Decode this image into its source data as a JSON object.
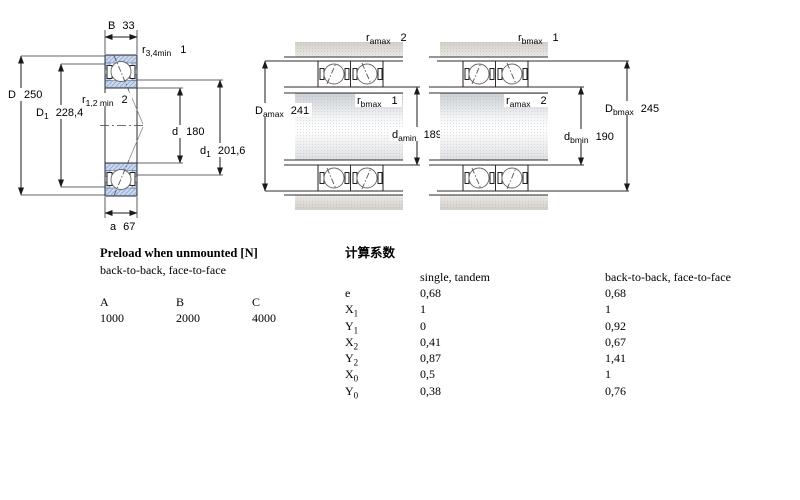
{
  "colors": {
    "ring_fill": "#cbd9f0",
    "hatch": "#8ea6cf",
    "housing_band": "#d6d2cc",
    "shaft_band": "#cdd3d8",
    "line": "#1a1a1a"
  },
  "drawing": {
    "section_view": {
      "labels": {
        "width": {
          "sym": "B",
          "val": "33"
        },
        "r34": {
          "sym": "r",
          "sub": "3,4min",
          "val": "1"
        },
        "outer_dia": {
          "sym": "D",
          "val": "250"
        },
        "r12": {
          "sym": "r",
          "sub": "1,2 min",
          "val": "2"
        },
        "shoulder_D1": {
          "sym": "D",
          "sub": "1",
          "val": "228,4"
        },
        "bore": {
          "sym": "d",
          "val": "180"
        },
        "shoulder_d1": {
          "sym": "d",
          "sub": "1",
          "val": "201,6"
        },
        "contact_a": {
          "sym": "a",
          "val": "67"
        }
      }
    },
    "mount_view_a": {
      "labels": {
        "ramax": {
          "sym": "r",
          "sub": "amax",
          "val": "2"
        },
        "Damax": {
          "sym": "D",
          "sub": "amax",
          "val": "241"
        },
        "rbmax": {
          "sym": "r",
          "sub": "bmax",
          "val": "1"
        },
        "damin": {
          "sym": "d",
          "sub": "amin",
          "val": "189"
        }
      }
    },
    "mount_view_b": {
      "labels": {
        "rbmax": {
          "sym": "r",
          "sub": "bmax",
          "val": "1"
        },
        "ramax": {
          "sym": "r",
          "sub": "amax",
          "val": "2"
        },
        "Dbmax": {
          "sym": "D",
          "sub": "bmax",
          "val": "245"
        },
        "dbmin": {
          "sym": "d",
          "sub": "bmin",
          "val": "190"
        }
      }
    }
  },
  "preload": {
    "title": "Preload when unmounted [N]",
    "subtitle": "back-to-back, face-to-face",
    "columns": [
      "A",
      "B",
      "C"
    ],
    "values": [
      "1000",
      "2000",
      "4000"
    ]
  },
  "factors": {
    "title": "计算系数",
    "col1": "single, tandem",
    "col2": "back-to-back, face-to-face",
    "rows": [
      {
        "sym": "e",
        "sub": "",
        "v1": "0,68",
        "v2": "0,68"
      },
      {
        "sym": "X",
        "sub": "1",
        "v1": "1",
        "v2": "1"
      },
      {
        "sym": "Y",
        "sub": "1",
        "v1": "0",
        "v2": "0,92"
      },
      {
        "sym": "X",
        "sub": "2",
        "v1": "0,41",
        "v2": "0,67"
      },
      {
        "sym": "Y",
        "sub": "2",
        "v1": "0,87",
        "v2": "1,41"
      },
      {
        "sym": "X",
        "sub": "0",
        "v1": "0,5",
        "v2": "1"
      },
      {
        "sym": "Y",
        "sub": "0",
        "v1": "0,38",
        "v2": "0,76"
      }
    ]
  }
}
